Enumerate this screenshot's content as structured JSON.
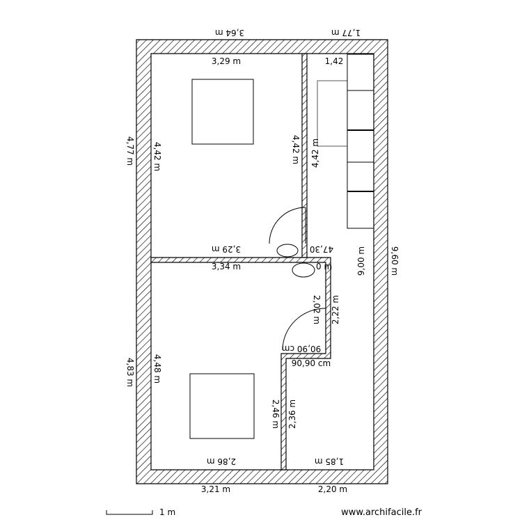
{
  "plan": {
    "labels": {
      "top_left_outer": "3,64 m",
      "top_right_outer": "1,77 m",
      "room1_top": "3,29 m",
      "corridor_top": "1,42",
      "left_outer_upper": "4,77 m",
      "room1_left": "4,42 m",
      "room1_right": "4,42 m",
      "corridor_left_upper": "4,42 m",
      "room1_bottom": "3,29 m",
      "corridor_mid": "47,30",
      "room2_top": "3,34 m",
      "corridor_mid_hidden": "0 m",
      "corridor_right_inner": "9,00 m",
      "right_outer": "9,60 m",
      "niche_left": "2,02 m",
      "niche_right": "2,22 m",
      "door_upper": "90,90 cm",
      "door_lower": "90,90 cm",
      "left_outer_lower": "4,83 m",
      "room2_left": "4,48 m",
      "room2_right": "2,46 m",
      "corridor_left_lower": "2,36 m",
      "room2_bottom": "2,86 m",
      "corridor_bottom": "1,85 m",
      "bottom_left_outer": "3,21 m",
      "bottom_right_outer": "2,20 m"
    },
    "scale_label": "1 m",
    "watermark": "www.archifacile.fr"
  },
  "colors": {
    "wall_hatch": "#000000",
    "background": "#ffffff"
  }
}
